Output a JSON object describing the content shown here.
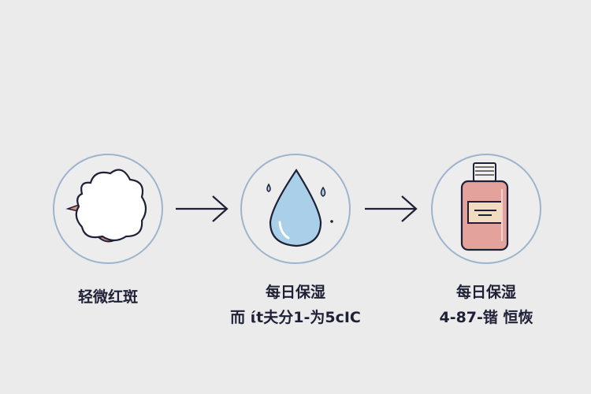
{
  "steps": [
    {
      "title": "轻微红斑",
      "icon": "cloud-icon"
    },
    {
      "title": "每日保湿",
      "subtitle": "而 ίt夫分1-为5cIC",
      "icon": "water-drop-icon"
    },
    {
      "title": "每日保湿",
      "subtitle": "4-87-锴 恒恢",
      "icon": "bottle-icon"
    }
  ],
  "colors": {
    "background": "#ebebeb",
    "circle": "#9db4cc",
    "ink": "#1e2136",
    "drop": "#a9d0e8",
    "bottle": "#e4a29c",
    "label": "#f1dcc0"
  }
}
